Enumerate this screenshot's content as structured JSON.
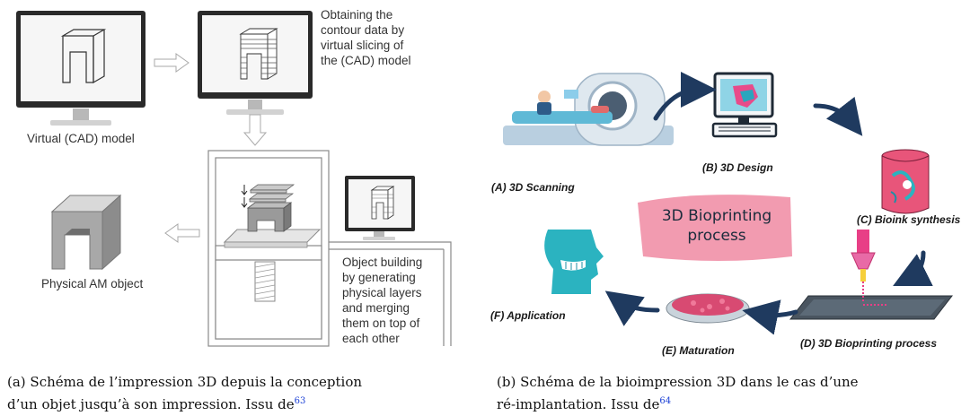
{
  "panel_a": {
    "label_virtual_model": "Virtual (CAD) model",
    "label_slicing": [
      "Obtaining the",
      "contour data by",
      "virtual slicing of",
      "the (CAD) model"
    ],
    "label_physical": "Physical AM object",
    "label_building": [
      "Object building",
      "by generating",
      "physical layers",
      "and merging",
      "them on top of",
      "each other"
    ],
    "caption_line1": "(a) Schéma de l’impression 3D depuis la conception",
    "caption_line2": "d’un objet jusqu’à son impression. Issu de",
    "caption_ref": "63"
  },
  "panel_b": {
    "step_a": "(A) 3D Scanning",
    "step_b": "(B) 3D Design",
    "step_c": "(C) Bioink synthesis",
    "step_d": "(D) 3D Bioprinting process",
    "step_e": "(E) Maturation",
    "step_f": "(F) Application",
    "center_line1": "3D Bioprinting",
    "center_line2": "process",
    "caption_line1": "(b) Schéma de la bioimpression 3D dans le cas d’une",
    "caption_line2": "ré-implantation. Issu de",
    "caption_ref": "64"
  },
  "colors": {
    "arrow": "#1f3a5f",
    "teal": "#2bb3c0",
    "pink": "#e8557a",
    "monitor_gray": "#cfcfcf"
  }
}
